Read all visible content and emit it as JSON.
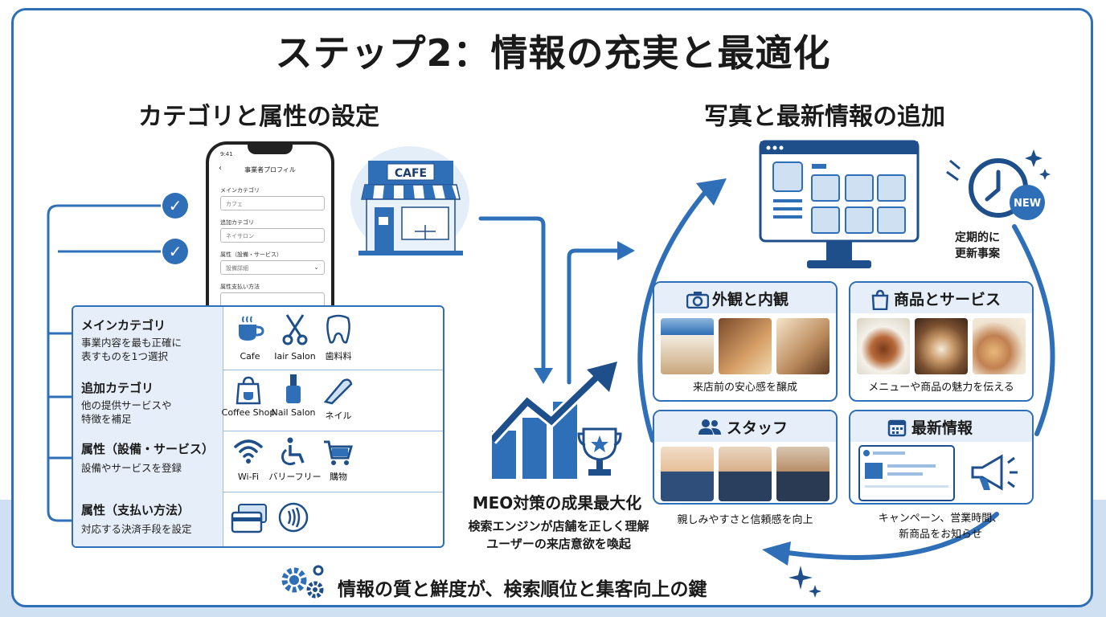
{
  "title": "ステップ2：情報の充実と最適化",
  "left_section": {
    "title": "カテゴリと属性の設定",
    "phone": {
      "time": "9:41",
      "header": "事業者プロフィル",
      "fields": [
        {
          "label": "メインカテゴリ",
          "value": "カフェ"
        },
        {
          "label": "追加カテゴリ",
          "value": "ネイサロン"
        },
        {
          "label": "属性（設備・サービス）",
          "value": "設備詳細"
        },
        {
          "label": "属性支払い方法",
          "value": ""
        }
      ]
    },
    "cafe_sign": "CAFE",
    "rows": [
      {
        "head": "メインカテゴリ",
        "desc": [
          "事業内容を最も正確に",
          "表すものを1つ選択"
        ],
        "icons": [
          {
            "label": "Cafe",
            "icon": "coffee-cup-icon"
          },
          {
            "label": "Iair Salon",
            "icon": "scissors-icon"
          },
          {
            "label": "歯料料",
            "icon": "tooth-icon"
          }
        ]
      },
      {
        "head": "追加カテゴリ",
        "desc": [
          "他の提供サービスや",
          "特徴を補足"
        ],
        "icons": [
          {
            "label": "Coffee Shop",
            "icon": "coffee-bag-icon"
          },
          {
            "label": "Nail Salon",
            "icon": "nail-polish-icon"
          },
          {
            "label": "ネイル",
            "icon": "nail-icon"
          }
        ]
      },
      {
        "head": "属性（設備・サービス）",
        "desc": [
          "設備やサービスを登録"
        ],
        "icons": [
          {
            "label": "Wi-Fi",
            "icon": "wifi-icon"
          },
          {
            "label": "バリーフリー",
            "icon": "wheelchair-icon"
          },
          {
            "label": "購物",
            "icon": "cart-icon"
          }
        ]
      },
      {
        "head": "属性（支払い方法）",
        "desc": [
          "対応する決済手段を設定"
        ],
        "icons": [
          {
            "label": "",
            "icon": "credit-card-icon"
          },
          {
            "label": "",
            "icon": "contactless-icon"
          }
        ]
      }
    ]
  },
  "center": {
    "label": "MEO対策の成果最大化",
    "sub": [
      "検索エンジンが店舗を正しく理解",
      "ユーザーの来店意欲を喚起"
    ]
  },
  "right_section": {
    "title": "写真と最新情報の追加",
    "new_badge": "NEW",
    "note": [
      "定期的に",
      "更新事案"
    ],
    "cards": [
      {
        "title": "外観と内観",
        "caption": "来店前の安心感を醸成",
        "icon": "camera-icon"
      },
      {
        "title": "商品とサービス",
        "caption": "メニューや商品の魅力を伝える",
        "icon": "shopping-bag-icon"
      },
      {
        "title": "スタッフ",
        "caption": "親しみやすさと信頼感を向上",
        "icon": "people-icon"
      },
      {
        "title": "最新情報",
        "caption": [
          "キャンペーン、営業時間、",
          "新商品をお知らせ"
        ],
        "icon": "calendar-icon"
      }
    ]
  },
  "footer": "情報の質と鮮度が、検索順位と集客向上の鍵",
  "colors": {
    "accent": "#2f6fb7",
    "light": "#e6eff9",
    "band": "#cfe0f3"
  }
}
